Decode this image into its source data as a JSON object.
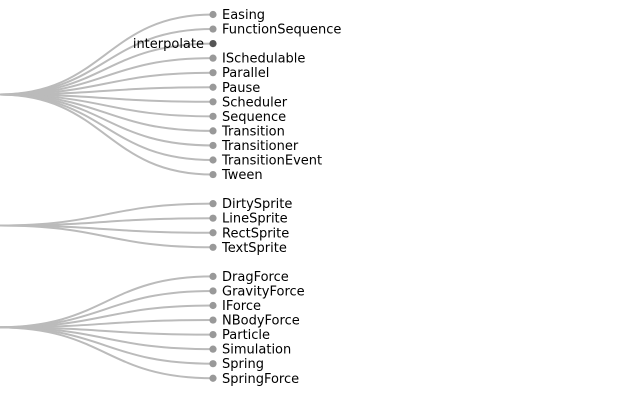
{
  "tree": {
    "groups": [
      {
        "children": [
          {
            "name": "Easing",
            "has_children": false
          },
          {
            "name": "FunctionSequence",
            "has_children": false
          },
          {
            "name": "interpolate",
            "has_children": true
          },
          {
            "name": "ISchedulable",
            "has_children": false
          },
          {
            "name": "Parallel",
            "has_children": false
          },
          {
            "name": "Pause",
            "has_children": false
          },
          {
            "name": "Scheduler",
            "has_children": false
          },
          {
            "name": "Sequence",
            "has_children": false
          },
          {
            "name": "Transition",
            "has_children": false
          },
          {
            "name": "Transitioner",
            "has_children": false
          },
          {
            "name": "TransitionEvent",
            "has_children": false
          },
          {
            "name": "Tween",
            "has_children": false
          }
        ]
      },
      {
        "children": [
          {
            "name": "DirtySprite",
            "has_children": false
          },
          {
            "name": "LineSprite",
            "has_children": false
          },
          {
            "name": "RectSprite",
            "has_children": false
          },
          {
            "name": "TextSprite",
            "has_children": false
          }
        ]
      },
      {
        "children": [
          {
            "name": "DragForce",
            "has_children": false
          },
          {
            "name": "GravityForce",
            "has_children": false
          },
          {
            "name": "IForce",
            "has_children": false
          },
          {
            "name": "NBodyForce",
            "has_children": false
          },
          {
            "name": "Particle",
            "has_children": false
          },
          {
            "name": "Simulation",
            "has_children": false
          },
          {
            "name": "Spring",
            "has_children": false
          },
          {
            "name": "SpringForce",
            "has_children": false
          }
        ]
      }
    ]
  },
  "colors": {
    "link": "#bbbbbb",
    "leaf_node": "#999999",
    "inner_node": "#555555",
    "label": "#000000"
  }
}
